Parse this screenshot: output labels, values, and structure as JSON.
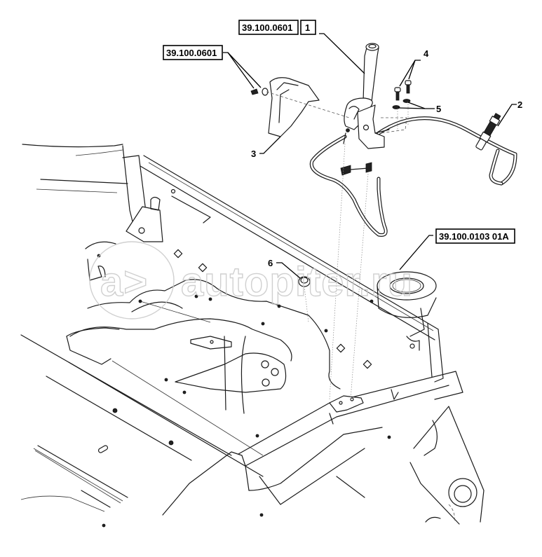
{
  "diagram": {
    "title": "Parts diagram - lever assembly with cable on chassis frame",
    "reference_labels": [
      {
        "id": "ref-main",
        "code": "39.100.0601",
        "item": "1"
      },
      {
        "id": "ref-screw",
        "code": "39.100.0601"
      },
      {
        "id": "ref-frame",
        "code": "39.100.0103 01A"
      }
    ],
    "callouts": [
      {
        "number": "1",
        "part": "control lever assembly"
      },
      {
        "number": "2",
        "part": "cable connector end"
      },
      {
        "number": "3",
        "part": "cover shield"
      },
      {
        "number": "4",
        "part": "bolts"
      },
      {
        "number": "5",
        "part": "washers"
      },
      {
        "number": "6",
        "part": "plug / grommet"
      }
    ],
    "watermark": {
      "logo": "a>",
      "text": "autopiter.ru"
    }
  }
}
